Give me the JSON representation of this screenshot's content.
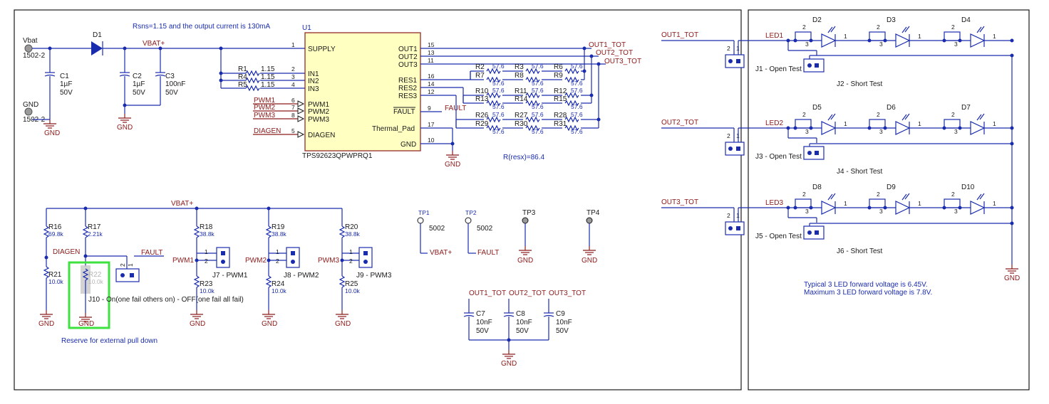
{
  "notes": {
    "rsns": "Rsns=1.15 and the output current is 130mA",
    "resx": "R(resx)=86.4",
    "reserve": "Reserve for external pull down",
    "vf_typ": "Typical 3 LED forward voltage is 6.45V.",
    "vf_max": "Maximum 3 LED forward voltage is 7.8V."
  },
  "nets": {
    "vbat": "Vbat",
    "gnd": "GND",
    "vbat_plus": "VBAT+",
    "out1": "OUT1_TOT",
    "out2": "OUT2_TOT",
    "out3": "OUT3_TOT",
    "fault": "FAULT",
    "diagen": "DIAGEN",
    "pwm1": "PWM1",
    "pwm2": "PWM2",
    "pwm3": "PWM3",
    "led1": "LED1",
    "led2": "LED2",
    "led3": "LED3"
  },
  "connector": {
    "name": "1502-2"
  },
  "u1": {
    "ref": "U1",
    "part": "TPS92623QPWPRQ1",
    "pins_left": [
      {
        "name": "SUPPLY",
        "num": "1"
      },
      {
        "name": "IN1",
        "num": "2"
      },
      {
        "name": "IN2",
        "num": "3"
      },
      {
        "name": "IN3",
        "num": "4"
      },
      {
        "name": "PWM1",
        "num": "6"
      },
      {
        "name": "PWM2",
        "num": "7"
      },
      {
        "name": "PWM3",
        "num": "8"
      },
      {
        "name": "DIAGEN",
        "num": "5"
      }
    ],
    "pins_right": [
      {
        "name": "OUT1",
        "num": "15"
      },
      {
        "name": "OUT2",
        "num": "13"
      },
      {
        "name": "OUT3",
        "num": "11"
      },
      {
        "name": "RES1",
        "num": "16"
      },
      {
        "name": "RES2",
        "num": "14"
      },
      {
        "name": "RES3",
        "num": "12"
      },
      {
        "name": "FAULT",
        "num": "9"
      },
      {
        "name": "Thermal_Pad",
        "num": "17"
      },
      {
        "name": "GND",
        "num": "10"
      }
    ]
  },
  "caps": {
    "c1": {
      "ref": "C1",
      "val": "1µF",
      "volt": "50V"
    },
    "c2": {
      "ref": "C2",
      "val": "1µF",
      "volt": "50V"
    },
    "c3": {
      "ref": "C3",
      "val": "100nF",
      "volt": "50V"
    },
    "c7": {
      "ref": "C7",
      "val": "10nF",
      "volt": "50V"
    },
    "c8": {
      "ref": "C8",
      "val": "10nF",
      "volt": "50V"
    },
    "c9": {
      "ref": "C9",
      "val": "10nF",
      "volt": "50V"
    }
  },
  "d1": "D1",
  "sense": [
    {
      "ref": "R1",
      "val": "1.15"
    },
    {
      "ref": "R4",
      "val": "1.15"
    },
    {
      "ref": "R5",
      "val": "1.15"
    }
  ],
  "resx": [
    {
      "top": "R2",
      "bot": "R7",
      "top2": "R3",
      "bot2": "R8",
      "top3": "R6",
      "bot3": "R9"
    },
    {
      "top": "R10",
      "bot": "R13",
      "top2": "R11",
      "bot2": "R14",
      "top3": "R12",
      "bot3": "R15"
    },
    {
      "top": "R26",
      "bot": "R29",
      "top2": "R27",
      "bot2": "R30",
      "top3": "R28",
      "bot3": "R31"
    }
  ],
  "resx_val": "57.6",
  "pull": {
    "r16": {
      "ref": "R16",
      "val": "69.8k"
    },
    "r17": {
      "ref": "R17",
      "val": "2.21k"
    },
    "r21": {
      "ref": "R21",
      "val": "10.0k"
    },
    "r22": {
      "ref": "R22",
      "val": "10.0k"
    },
    "r18": {
      "ref": "R18",
      "val": "38.8k"
    },
    "r23": {
      "ref": "R23",
      "val": "10.0k"
    },
    "r19": {
      "ref": "R19",
      "val": "38.8k"
    },
    "r24": {
      "ref": "R24",
      "val": "10.0k"
    },
    "r20": {
      "ref": "R20",
      "val": "38.8k"
    },
    "r25": {
      "ref": "R25",
      "val": "10.0k"
    }
  },
  "jumpers": {
    "j7": "J7 - PWM1",
    "j8": "J8 - PWM2",
    "j9": "J9 - PWM3",
    "j10": "J10 - On(one fail others on) - OFF(one fail all fail)",
    "j1": "J1 - Open Test",
    "j2": "J2 - Short Test",
    "j3": "J3 - Open Test",
    "j4": "J4 - Short Test",
    "j5": "J5 - Open Test",
    "j6": "J6 - Short Test"
  },
  "tps": [
    {
      "ref": "TP1",
      "val": "5002"
    },
    {
      "ref": "TP2",
      "val": "5002"
    },
    {
      "ref": "TP3",
      "val": ""
    },
    {
      "ref": "TP4",
      "val": ""
    }
  ],
  "leds": [
    "D2",
    "D3",
    "D4",
    "D5",
    "D6",
    "D7",
    "D8",
    "D9",
    "D10"
  ],
  "pin_labels": {
    "p1": "1",
    "p2": "2",
    "p3": "3"
  },
  "colors": {
    "wire": "#1a2cae",
    "power": "#8b1a1a",
    "highlight": "#3ee23e"
  }
}
